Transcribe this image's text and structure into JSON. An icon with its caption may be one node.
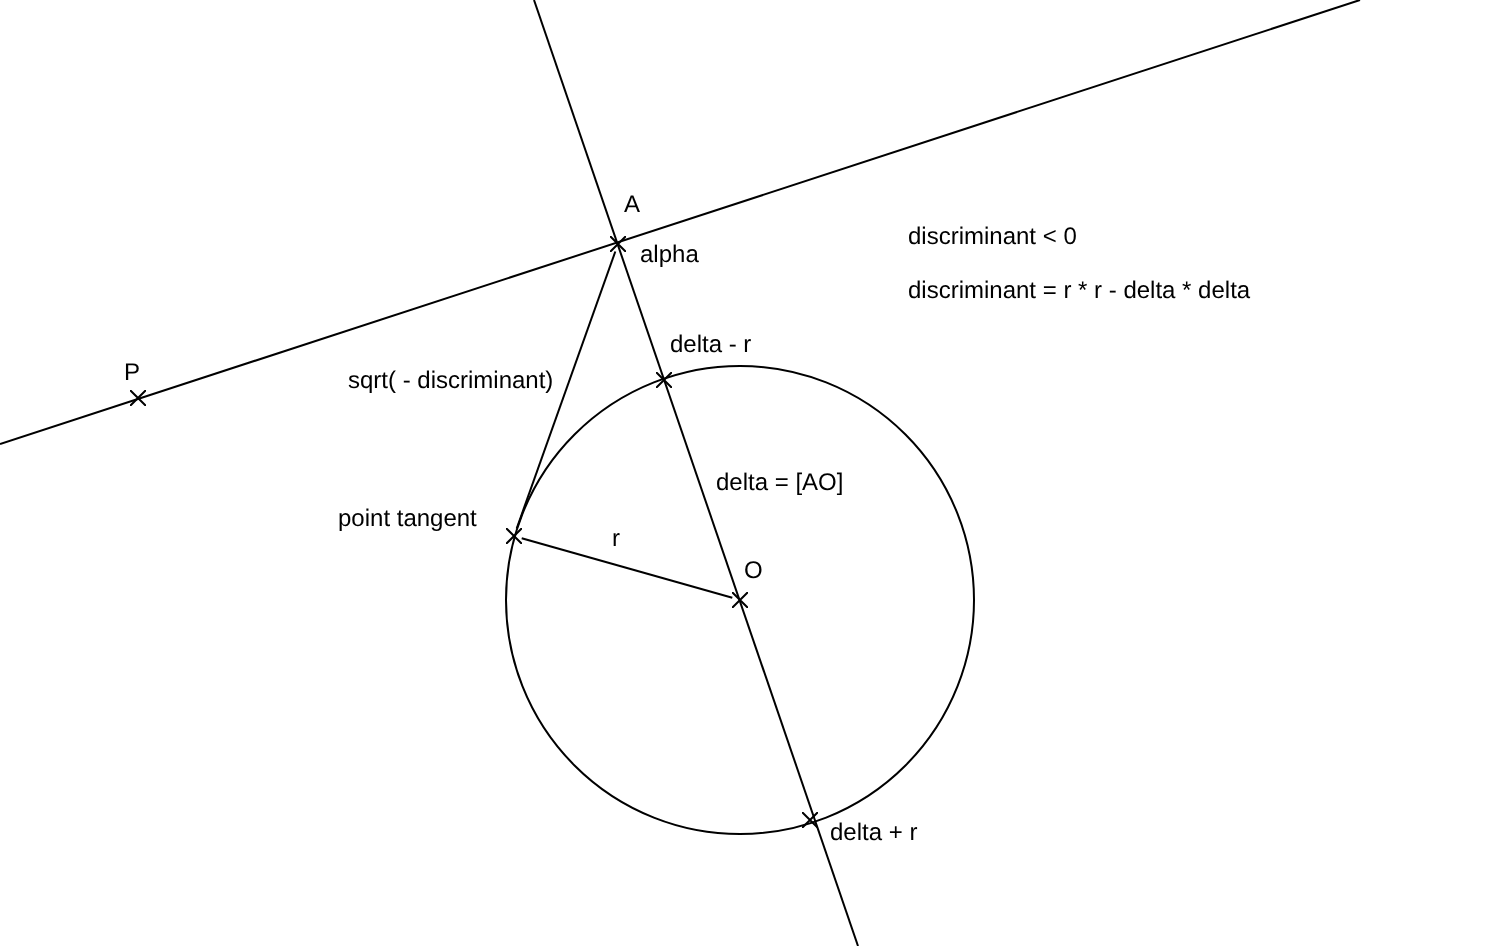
{
  "diagram": {
    "nodes": [
      {
        "text": [],
        "shape": "cross",
        "beside": [
          "P"
        ]
      },
      {
        "text": [],
        "shape": "cross",
        "beside": [
          "A",
          "alpha"
        ]
      },
      {
        "text": [],
        "shape": "cross",
        "beside": [
          "delta - r"
        ]
      },
      {
        "text": [],
        "shape": "cross",
        "beside": [
          "point tangent"
        ]
      },
      {
        "text": [],
        "shape": "cross",
        "beside": [
          "O"
        ]
      },
      {
        "text": [],
        "shape": "cross",
        "beside": [
          "delta + r"
        ]
      }
    ],
    "edges": [
      {
        "from": 1,
        "to": 3,
        "arrow": "none",
        "label": "sqrt( - discriminant)"
      },
      {
        "from": 3,
        "to": 4,
        "arrow": "none",
        "label": "r"
      }
    ],
    "labels": [
      "discriminant < 0",
      "discriminant = r * r - delta * delta",
      "delta = [AO]"
    ]
  }
}
